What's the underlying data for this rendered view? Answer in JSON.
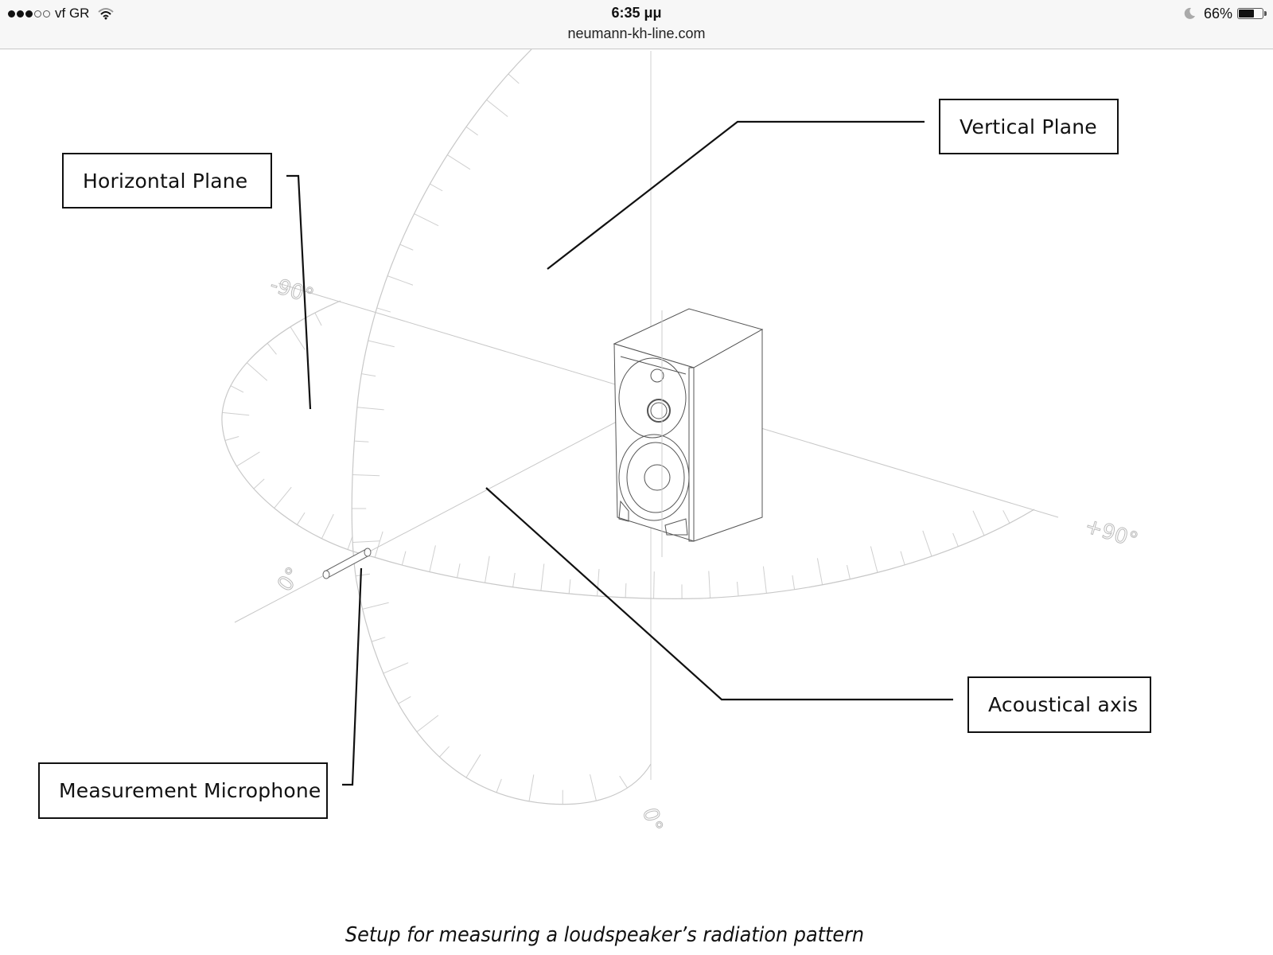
{
  "status_bar": {
    "carrier": "vf GR",
    "signal_bars_filled": 3,
    "signal_bars_total": 5,
    "time": "6:35 μμ",
    "url": "neumann-kh-line.com",
    "battery_percent_label": "66%",
    "battery_level": 0.66,
    "icons": [
      "signal-dots-icon",
      "wifi-icon",
      "moon-icon",
      "battery-icon"
    ]
  },
  "diagram": {
    "callouts": {
      "horizontal_plane": "Horizontal Plane",
      "vertical_plane": "Vertical Plane",
      "acoustical_axis": "Acoustical axis",
      "measurement_microphone": "Measurement Microphone"
    },
    "angle_labels": {
      "minus_90": "-90°",
      "plus_90": "+90°",
      "zero_horizontal": "0°",
      "zero_vertical": "0°"
    },
    "objects": [
      "loudspeaker-illustration",
      "measurement-microphone-illustration"
    ]
  },
  "caption": "Setup for measuring a loudspeaker’s radiation pattern"
}
